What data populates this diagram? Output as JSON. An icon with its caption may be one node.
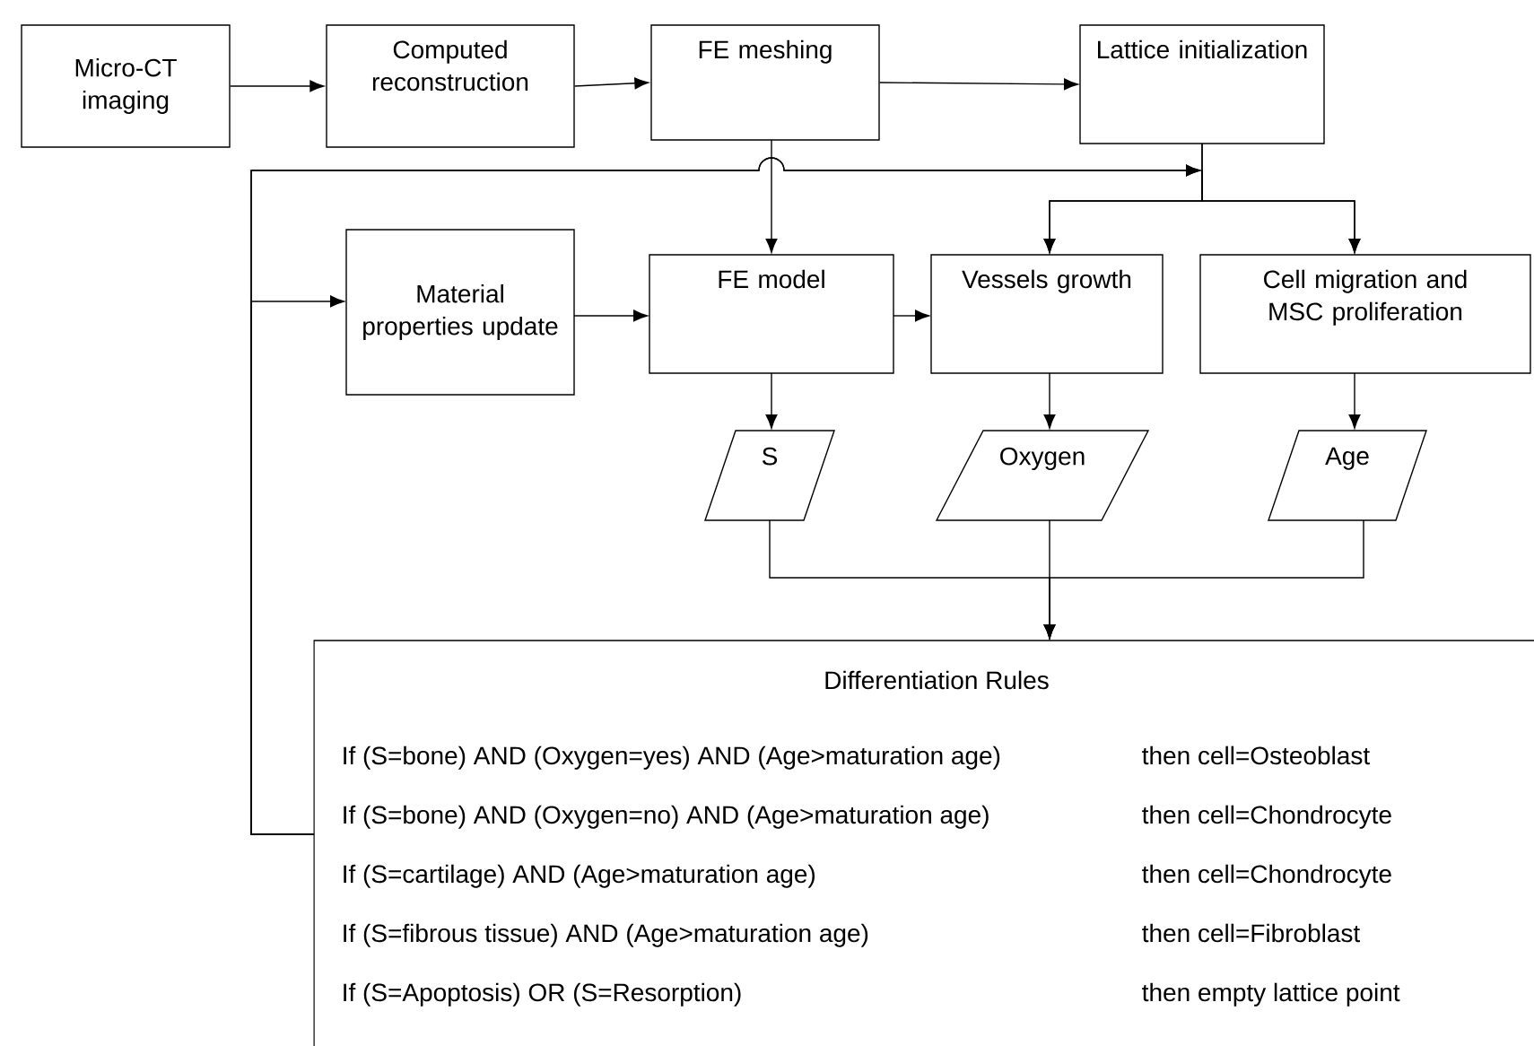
{
  "diagram": {
    "nodes": [
      {
        "text": [
          "Micro-CT imaging"
        ]
      },
      {
        "text": [
          "Computed reconstruction"
        ]
      },
      {
        "text": [
          "FE meshing"
        ]
      },
      {
        "text": [
          "Lattice initialization"
        ]
      },
      {
        "text": [
          "Material properties update"
        ]
      },
      {
        "text": [
          "FE model"
        ]
      },
      {
        "text": [
          "Vessels growth"
        ]
      },
      {
        "text": [
          "Cell migration and MSC proliferation"
        ]
      },
      {
        "text": [
          "S"
        ]
      },
      {
        "text": [
          "Oxygen"
        ]
      },
      {
        "text": [
          "Age"
        ]
      },
      {
        "text": [
          "Differentiation Rules",
          "If (S=bone) AND (Oxygen=yes) AND (Age>maturation age)",
          "then cell=Osteoblast",
          "If (S=bone) AND (Oxygen=no) AND (Age>maturation age)",
          "then cell=Chondrocyte",
          "If (S=cartilage) AND (Age>maturation age)",
          "then cell=Chondrocyte",
          "If (S=fibrous tissue) AND (Age>maturation age)",
          "then cell=Fibroblast",
          "If (S=Apoptosis) OR (S=Resorption)",
          "then empty lattice point"
        ]
      }
    ],
    "edges": [
      {
        "from": 0,
        "to": 1,
        "arrow": "to"
      },
      {
        "from": 1,
        "to": 2,
        "arrow": "to"
      },
      {
        "from": 2,
        "to": 3,
        "arrow": "to"
      },
      {
        "from": 2,
        "to": 5,
        "arrow": "to"
      },
      {
        "from": 3,
        "to": 6,
        "arrow": "to"
      },
      {
        "from": 3,
        "to": 7,
        "arrow": "to"
      },
      {
        "from": 4,
        "to": 5,
        "arrow": "to"
      },
      {
        "from": 5,
        "to": 6,
        "arrow": "to"
      },
      {
        "from": 5,
        "to": 8,
        "arrow": "to"
      },
      {
        "from": 6,
        "to": 9,
        "arrow": "to"
      },
      {
        "from": 7,
        "to": 10,
        "arrow": "to"
      },
      {
        "from": 8,
        "to": 11,
        "arrow": "to"
      },
      {
        "from": 9,
        "to": 11,
        "arrow": "to"
      },
      {
        "from": 10,
        "to": 11,
        "arrow": "to"
      },
      {
        "from": 11,
        "to": 4,
        "arrow": "to"
      },
      {
        "from": 11,
        "to": 6,
        "arrow": "to"
      },
      {
        "from": 11,
        "to": 7,
        "arrow": "to"
      }
    ]
  }
}
